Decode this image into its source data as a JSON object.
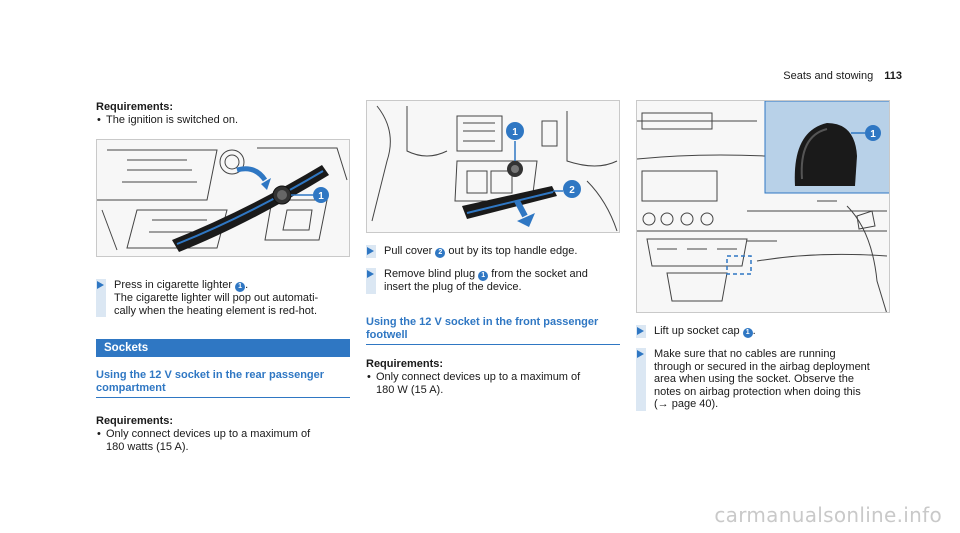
{
  "header": {
    "section": "Seats and stowing",
    "page": "113"
  },
  "col1": {
    "req_title": "Requirements:",
    "req_bullet": "The ignition is switched on.",
    "step_pre": "Press in cigarette lighter ",
    "step_num": "1",
    "step_post": ".",
    "step_line2": "The cigarette lighter will pop out automati-",
    "step_line3": "cally when the heating element is red-hot.",
    "section_title": "Sockets",
    "sub_line1": "Using the 12 V socket in the rear passenger",
    "sub_line2": "compartment",
    "req2_title": "Requirements:",
    "req2_line1": "Only connect devices up to a maximum of",
    "req2_line2": "180 watts (15 A)."
  },
  "col2": {
    "s1_pre": "Pull cover ",
    "s1_num": "2",
    "s1_post": " out by its top handle edge.",
    "s2_pre": "Remove blind plug ",
    "s2_num": "1",
    "s2_post": " from the socket and",
    "s2_line2": "insert the plug of the device.",
    "sub_line1": "Using the 12 V socket in the front passenger",
    "sub_line2": "footwell",
    "req_title": "Requirements:",
    "req_line1": "Only connect devices up to a maximum of",
    "req_line2": "180 W (15 A).",
    "callout1": "1",
    "callout2": "2"
  },
  "col3": {
    "s1_pre": "Lift up socket cap ",
    "s1_num": "1",
    "s1_post": ".",
    "s2_line1": "Make sure that no cables are running",
    "s2_line2": "through or secured in the airbag deployment",
    "s2_line3": "area when using the socket. Observe the",
    "s2_line4": "notes on airbag protection when doing this",
    "s2_line5": "(→ page 40).",
    "callout1": "1"
  },
  "col1_callout": "1",
  "watermark": "carmanualsonline.info",
  "colors": {
    "accent": "#2f77c3",
    "accent_light": "#dbe7f3",
    "figure_blue": "#b8d1e8"
  }
}
